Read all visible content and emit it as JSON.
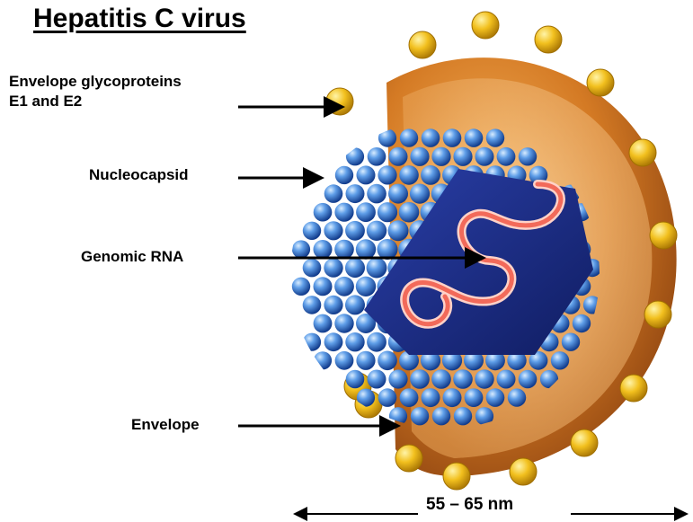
{
  "title": "Hepatitis C virus",
  "labels": {
    "glycoproteins_line1": "Envelope glycoproteins",
    "glycoproteins_line2": "E1 and E2",
    "nucleocapsid": "Nucleocapsid",
    "genomic_rna": "Genomic RNA",
    "envelope": "Envelope"
  },
  "scale": "55 – 65 nm",
  "colors": {
    "envelope_outer": "#c96f1e",
    "envelope_inner": "#f5c98a",
    "spike": "#f2c01e",
    "capsid_sphere": "#3f7fd6",
    "rna_panel": "#1d2f8e",
    "rna": "#f26a5a",
    "arrow": "#000000"
  }
}
